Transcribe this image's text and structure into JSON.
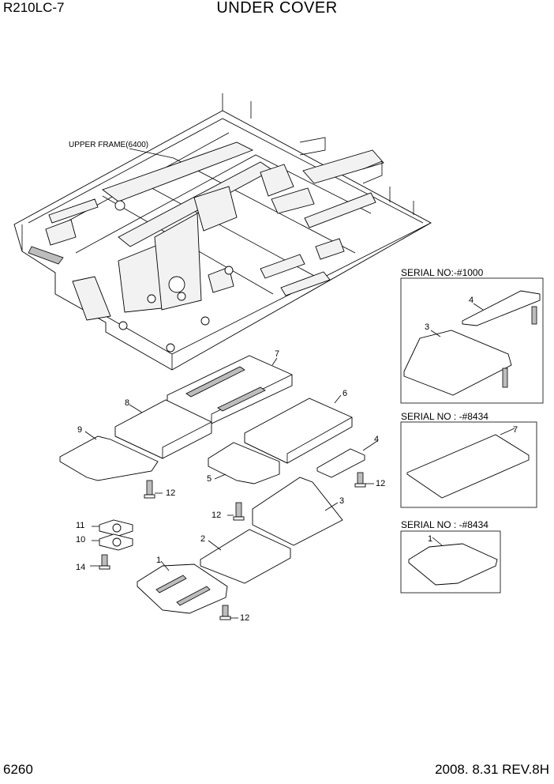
{
  "header": {
    "model": "R210LC-7",
    "title": "UNDER COVER"
  },
  "footer": {
    "page": "6260",
    "revision": "2008. 8.31  REV.8H"
  },
  "frame_label": "UPPER FRAME(6400)",
  "serial_boxes": [
    {
      "label": "SERIAL NO:-#1000"
    },
    {
      "label": "SERIAL NO : -#8434"
    },
    {
      "label": "SERIAL NO : -#8434"
    }
  ],
  "callouts": {
    "c1": "1",
    "c2": "2",
    "c3": "3",
    "c4": "4",
    "c5": "5",
    "c6": "6",
    "c7": "7",
    "c8": "8",
    "c9": "9",
    "c10": "10",
    "c11": "11",
    "c12a": "12",
    "c12b": "12",
    "c12c": "12",
    "c12d": "12",
    "c14": "14",
    "s1_c4": "4",
    "s1_c3": "3",
    "s2_c7": "7",
    "s3_c1": "1"
  }
}
